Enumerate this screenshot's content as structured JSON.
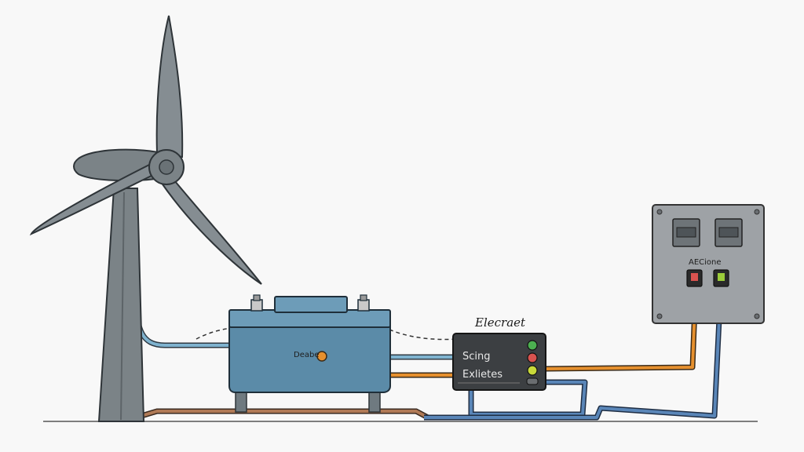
{
  "labels": {
    "battery_label": "Deabe",
    "controller_title": "Elecraet",
    "controller_line1": "Scing",
    "controller_line2": "Exlietes",
    "panel_label": "AECione"
  },
  "colors": {
    "background": "#f8f8f8",
    "turbine": "#7b8387",
    "battery": "#5b8ba8",
    "controller": "#3c3f42",
    "panel": "#9ea2a6",
    "wire_orange": "#e6902e",
    "wire_blue": "#5a86b8",
    "wire_brown": "#b07a56",
    "led_green": "#4caf50",
    "led_red": "#d9534f",
    "led_yellow": "#c8d93a"
  },
  "icons": {
    "turbine": "wind-turbine-icon",
    "battery": "battery-icon",
    "controller": "charge-controller-icon",
    "panel": "electrical-panel-icon"
  }
}
